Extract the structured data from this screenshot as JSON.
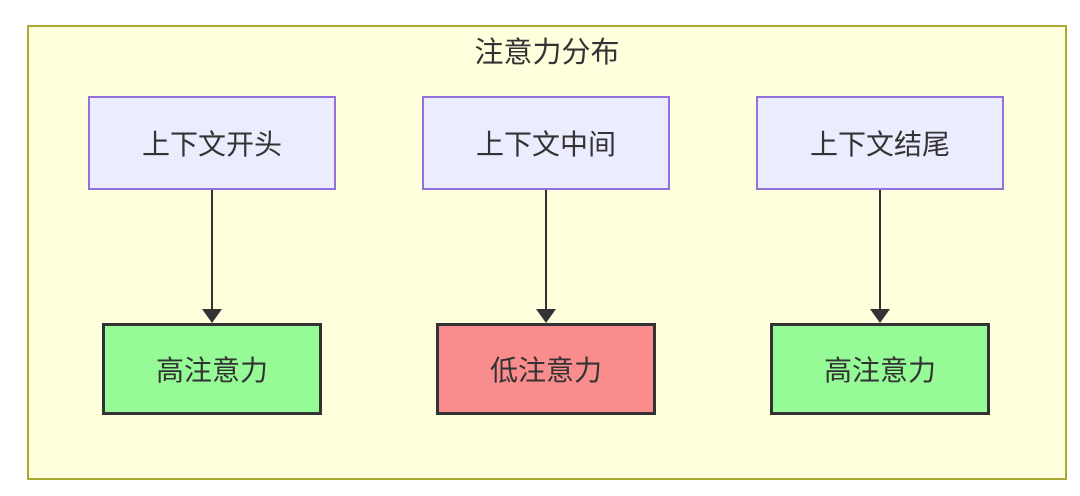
{
  "diagram": {
    "type": "flowchart",
    "title": "注意力分布",
    "columns": [
      {
        "source": "上下文开头",
        "target": "高注意力",
        "target_type": "high"
      },
      {
        "source": "上下文中间",
        "target": "低注意力",
        "target_type": "low"
      },
      {
        "source": "上下文结尾",
        "target": "高注意力",
        "target_type": "high"
      }
    ],
    "colors": {
      "container_bg": "#FFFFDE",
      "container_border": "#AAAA33",
      "source_bg": "#ECECFF",
      "source_border": "#9370DB",
      "high_bg": "#96FA96",
      "low_bg": "#F98C8C",
      "target_border": "#333333",
      "arrow": "#333333",
      "text": "#333333"
    }
  }
}
